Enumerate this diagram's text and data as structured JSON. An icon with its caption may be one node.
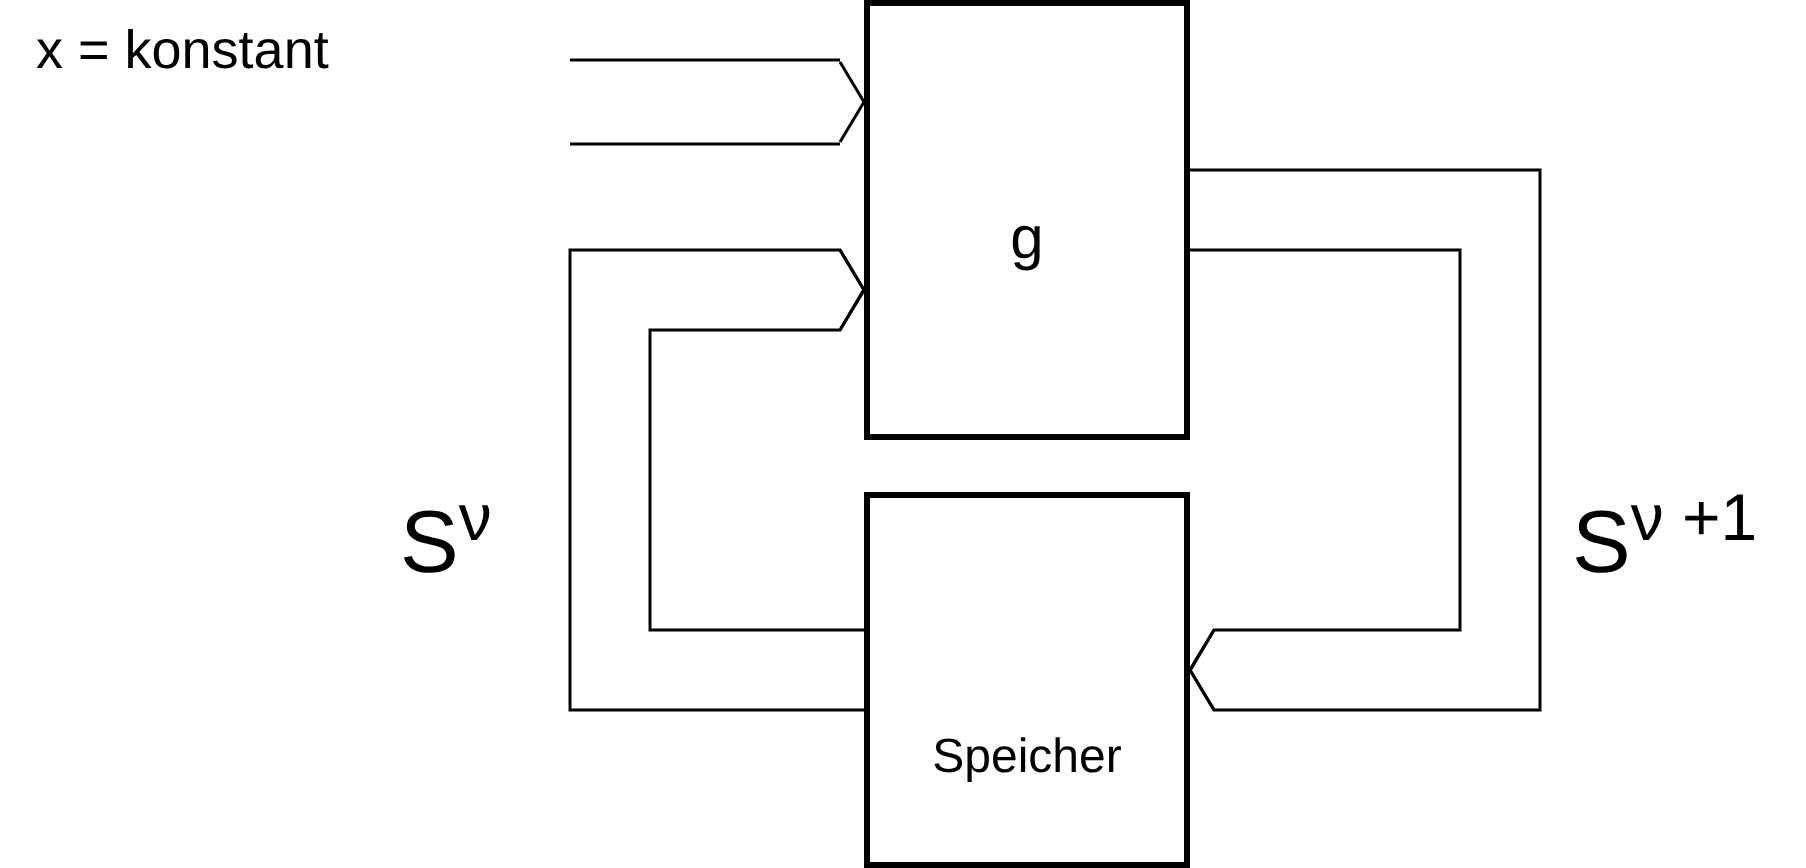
{
  "diagram": {
    "nodes": [
      {
        "text": [
          "g"
        ]
      },
      {
        "text": [
          "Speicher"
        ]
      }
    ],
    "edges": [
      {
        "from": null,
        "to": 0,
        "arrow": "to",
        "label": "x = konstant"
      },
      {
        "from": 1,
        "to": 0,
        "arrow": "to",
        "label": "S$^{ν}$"
      },
      {
        "from": 0,
        "to": 1,
        "arrow": "to",
        "label": "S$^{ν +1}$"
      }
    ]
  }
}
